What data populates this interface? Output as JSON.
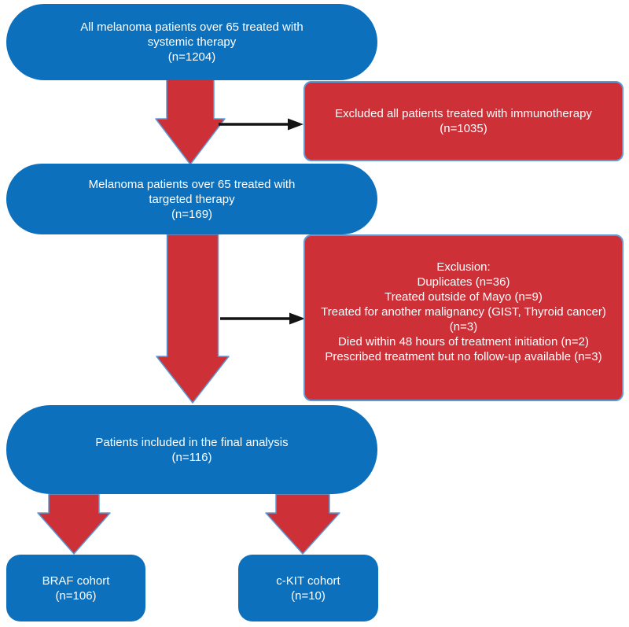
{
  "colors": {
    "node_blue": "#0c70bd",
    "node_red": "#ce3038",
    "arrow_red_fill": "#ce3038",
    "arrow_outline_blue": "#5b9bd5",
    "connector_black": "#141414",
    "text_white": "#ffffff",
    "background": "#ffffff"
  },
  "diagram": {
    "type": "patient-flow-diagram",
    "boxes": {
      "systemic": {
        "lines": [
          "All melanoma patients over 65 treated with",
          "systemic therapy",
          "(n=1204)"
        ]
      },
      "excluded_immunotherapy": {
        "lines": [
          "Excluded all patients treated with immunotherapy",
          "(n=1035)"
        ]
      },
      "targeted": {
        "lines": [
          "Melanoma patients over 65 treated with",
          "targeted therapy",
          "(n=169)"
        ]
      },
      "exclusion": {
        "lines": [
          "Exclusion:",
          "Duplicates (n=36)",
          "Treated outside of Mayo (n=9)",
          "Treated for another malignancy (GIST, Thyroid cancer)",
          "(n=3)",
          "Died within 48 hours of treatment initiation (n=2)",
          "Prescribed treatment but no follow-up available (n=3)"
        ]
      },
      "final": {
        "lines": [
          "Patients included in the final analysis",
          "(n=116)"
        ]
      },
      "braf": {
        "lines": [
          "BRAF cohort",
          "(n=106)"
        ]
      },
      "ckit": {
        "lines": [
          "c-KIT cohort",
          "(n=10)"
        ]
      }
    },
    "connectors": [
      {
        "from": "systemic",
        "to": "targeted",
        "style": "red-block-arrow-down"
      },
      {
        "from": "systemic-arrow",
        "to": "excluded_immunotherapy",
        "style": "black-line-arrow-right"
      },
      {
        "from": "targeted",
        "to": "final",
        "style": "red-block-arrow-down"
      },
      {
        "from": "targeted-arrow",
        "to": "exclusion",
        "style": "black-line-arrow-right"
      },
      {
        "from": "final",
        "to": "braf",
        "style": "red-block-arrow-down"
      },
      {
        "from": "final",
        "to": "ckit",
        "style": "red-block-arrow-down"
      }
    ]
  }
}
